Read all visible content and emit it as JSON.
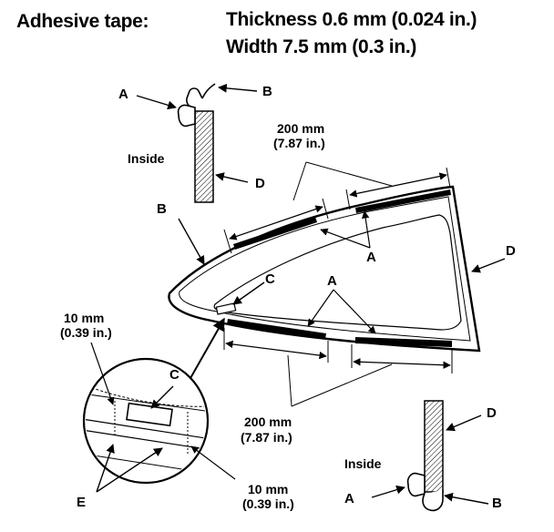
{
  "header": {
    "label": "Adhesive tape:",
    "thickness": "Thickness 0.6 mm (0.024 in.)",
    "width": "Width 7.5 mm (0.3 in.)"
  },
  "callouts": {
    "a": "A",
    "b": "B",
    "c": "C",
    "d": "D",
    "e": "E"
  },
  "inside": "Inside",
  "dim_200": {
    "mm": "200 mm",
    "in": "(7.87 in.)"
  },
  "dim_10": {
    "mm": "10 mm",
    "in": "(0.39 in.)"
  }
}
